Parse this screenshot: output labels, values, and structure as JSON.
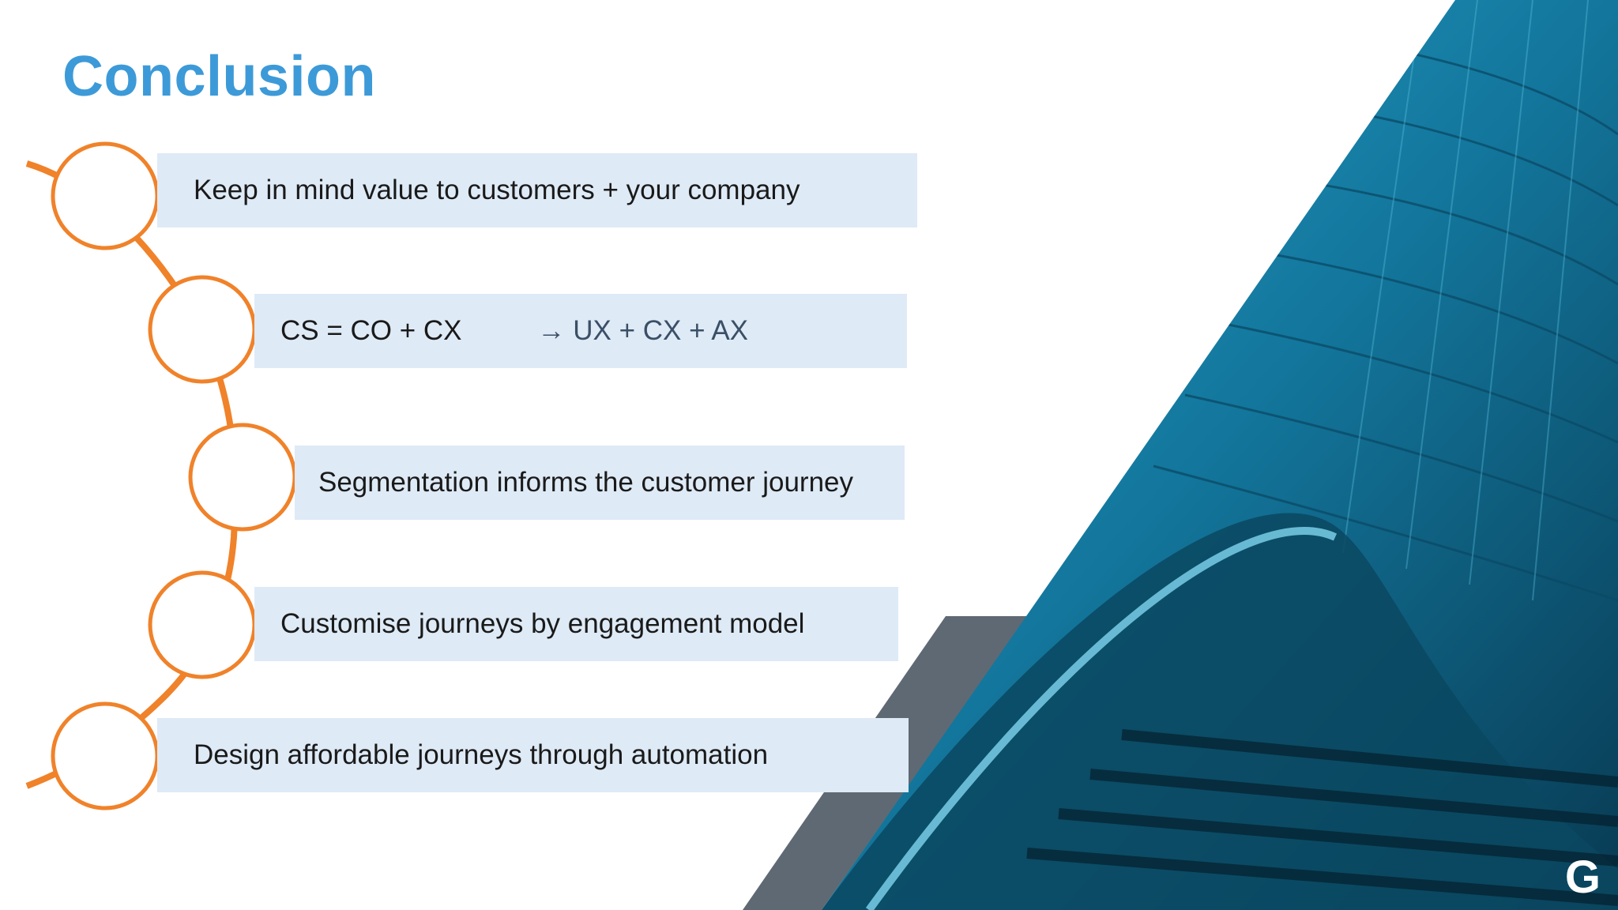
{
  "slide": {
    "title": "Conclusion",
    "items": [
      {
        "text": "Keep in mind value to customers + your company"
      },
      {
        "text": "CS = CO + CX",
        "extra": "→ UX + CX + AX"
      },
      {
        "text": "Segmentation informs the customer journey"
      },
      {
        "text": "Customise journeys by engagement model"
      },
      {
        "text": "Design affordable journeys through automation"
      }
    ],
    "logo": "G"
  },
  "colors": {
    "title": "#3d9ad8",
    "accent": "#f0822a",
    "bar": "#deeaf6",
    "image_teal": "#1e8cb5",
    "gray_panel": "#5f6973"
  }
}
